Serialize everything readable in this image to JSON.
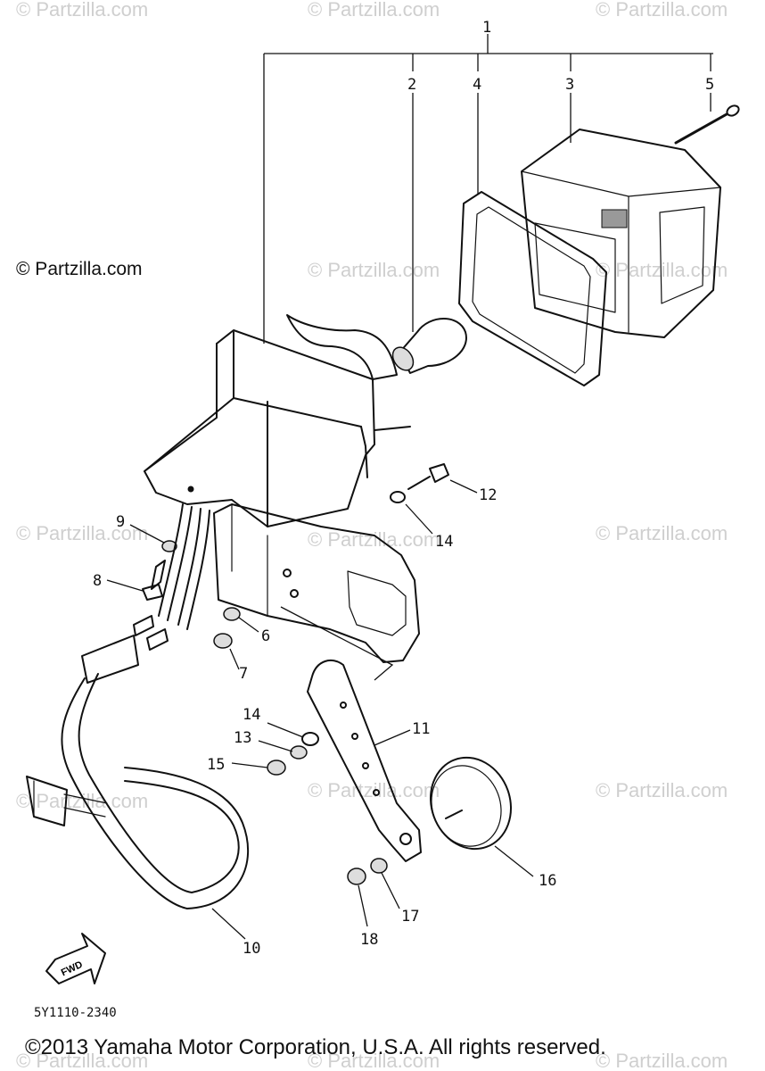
{
  "watermark_text": "© Partzilla.com",
  "copyright_label": "© Partzilla.com",
  "part_code": "5Y1110-2340",
  "footer": "©2013 Yamaha Motor Corporation, U.S.A. All rights reserved.",
  "arrow_label": "FWD",
  "callouts": [
    "1",
    "2",
    "3",
    "4",
    "5",
    "6",
    "7",
    "8",
    "9",
    "10",
    "11",
    "12",
    "13",
    "14",
    "14",
    "15",
    "16",
    "17",
    "18"
  ]
}
